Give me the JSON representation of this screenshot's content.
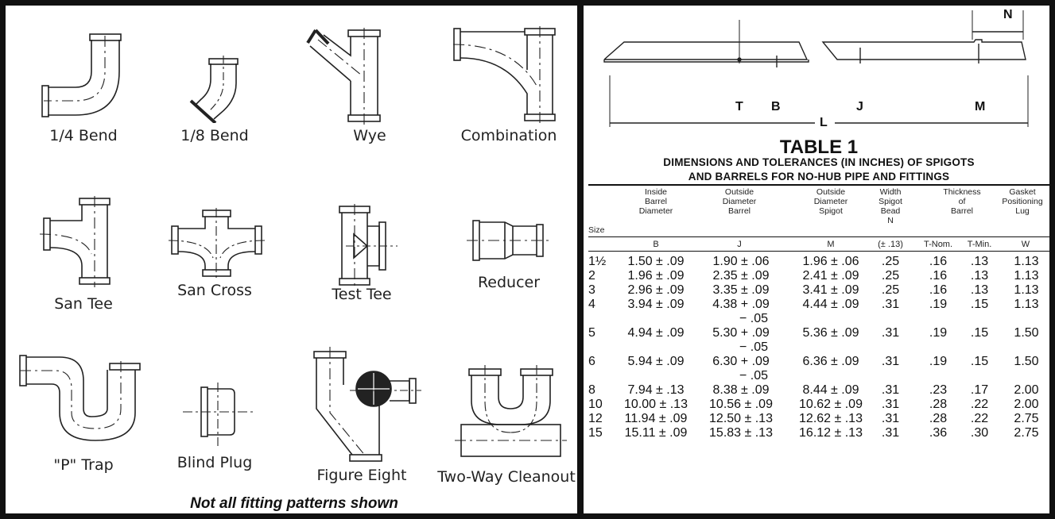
{
  "fittings": [
    {
      "label": "1/4 Bend"
    },
    {
      "label": "1/8 Bend"
    },
    {
      "label": "Wye"
    },
    {
      "label": "Combination"
    },
    {
      "label": "San Tee"
    },
    {
      "label": "San Cross"
    },
    {
      "label": "Test Tee"
    },
    {
      "label": "Reducer"
    },
    {
      "label": "\"P\" Trap"
    },
    {
      "label": "Blind Plug"
    },
    {
      "label": "Figure Eight"
    },
    {
      "label": "Two-Way Cleanout"
    }
  ],
  "note": "Not all fitting patterns shown",
  "diagram": {
    "labels": {
      "T": "T",
      "B": "B",
      "J": "J",
      "M": "M",
      "L": "L",
      "N": "N"
    }
  },
  "table": {
    "title": "TABLE 1",
    "subtitle_line1": "DIMENSIONS AND TOLERANCES (IN INCHES) OF SPIGOTS",
    "subtitle_line2": "AND BARRELS FOR NO-HUB PIPE AND FITTINGS",
    "headers": {
      "size": "Size",
      "inside": "Inside\nBarrel\nDiameter",
      "od_barrel": "Outside\nDiameter\nBarrel",
      "od_spigot": "Outside\nDiameter\nSpigot",
      "width": "Width\nSpigot\nBead\nN",
      "thickness": "Thickness\nof\nBarrel",
      "gasket": "Gasket\nPositioning\nLug"
    },
    "subheaders": {
      "b": "B",
      "j": "J",
      "m": "M",
      "n": "(± .13)",
      "tnom": "T-Nom.",
      "tmin": "T-Min.",
      "w": "W"
    },
    "rows": [
      {
        "size": "1½",
        "b": "1.50 ± .09",
        "j": "1.90 ± .06",
        "j2": "",
        "m": "1.96 ± .06",
        "n": ".25",
        "tnom": ".16",
        "tmin": ".13",
        "w": "1.13"
      },
      {
        "size": "2",
        "b": "1.96 ± .09",
        "j": "2.35 ± .09",
        "j2": "",
        "m": "2.41 ± .09",
        "n": ".25",
        "tnom": ".16",
        "tmin": ".13",
        "w": "1.13"
      },
      {
        "size": "3",
        "b": "2.96 ± .09",
        "j": "3.35 ± .09",
        "j2": "",
        "m": "3.41 ± .09",
        "n": ".25",
        "tnom": ".16",
        "tmin": ".13",
        "w": "1.13"
      },
      {
        "size": "4",
        "b": "3.94 ± .09",
        "j": "4.38 + .09",
        "j2": "− .05",
        "m": "4.44 ± .09",
        "n": ".31",
        "tnom": ".19",
        "tmin": ".15",
        "w": "1.13"
      },
      {
        "size": "5",
        "b": "4.94 ± .09",
        "j": "5.30 + .09",
        "j2": "− .05",
        "m": "5.36 ± .09",
        "n": ".31",
        "tnom": ".19",
        "tmin": ".15",
        "w": "1.50"
      },
      {
        "size": "6",
        "b": "5.94 ± .09",
        "j": "6.30 + .09",
        "j2": "− .05",
        "m": "6.36 ± .09",
        "n": ".31",
        "tnom": ".19",
        "tmin": ".15",
        "w": "1.50"
      },
      {
        "size": "8",
        "b": "7.94 ± .13",
        "j": "8.38 ± .09",
        "j2": "",
        "m": "8.44 ± .09",
        "n": ".31",
        "tnom": ".23",
        "tmin": ".17",
        "w": "2.00"
      },
      {
        "size": "10",
        "b": "10.00 ± .13",
        "j": "10.56 ± .09",
        "j2": "",
        "m": "10.62 ± .09",
        "n": ".31",
        "tnom": ".28",
        "tmin": ".22",
        "w": "2.00"
      },
      {
        "size": "12",
        "b": "11.94 ± .09",
        "j": "12.50 ± .13",
        "j2": "",
        "m": "12.62 ± .13",
        "n": ".31",
        "tnom": ".28",
        "tmin": ".22",
        "w": "2.75"
      },
      {
        "size": "15",
        "b": "15.11 ± .09",
        "j": "15.83 ± .13",
        "j2": "",
        "m": "16.12 ± .13",
        "n": ".31",
        "tnom": ".36",
        "tmin": ".30",
        "w": "2.75"
      }
    ]
  }
}
